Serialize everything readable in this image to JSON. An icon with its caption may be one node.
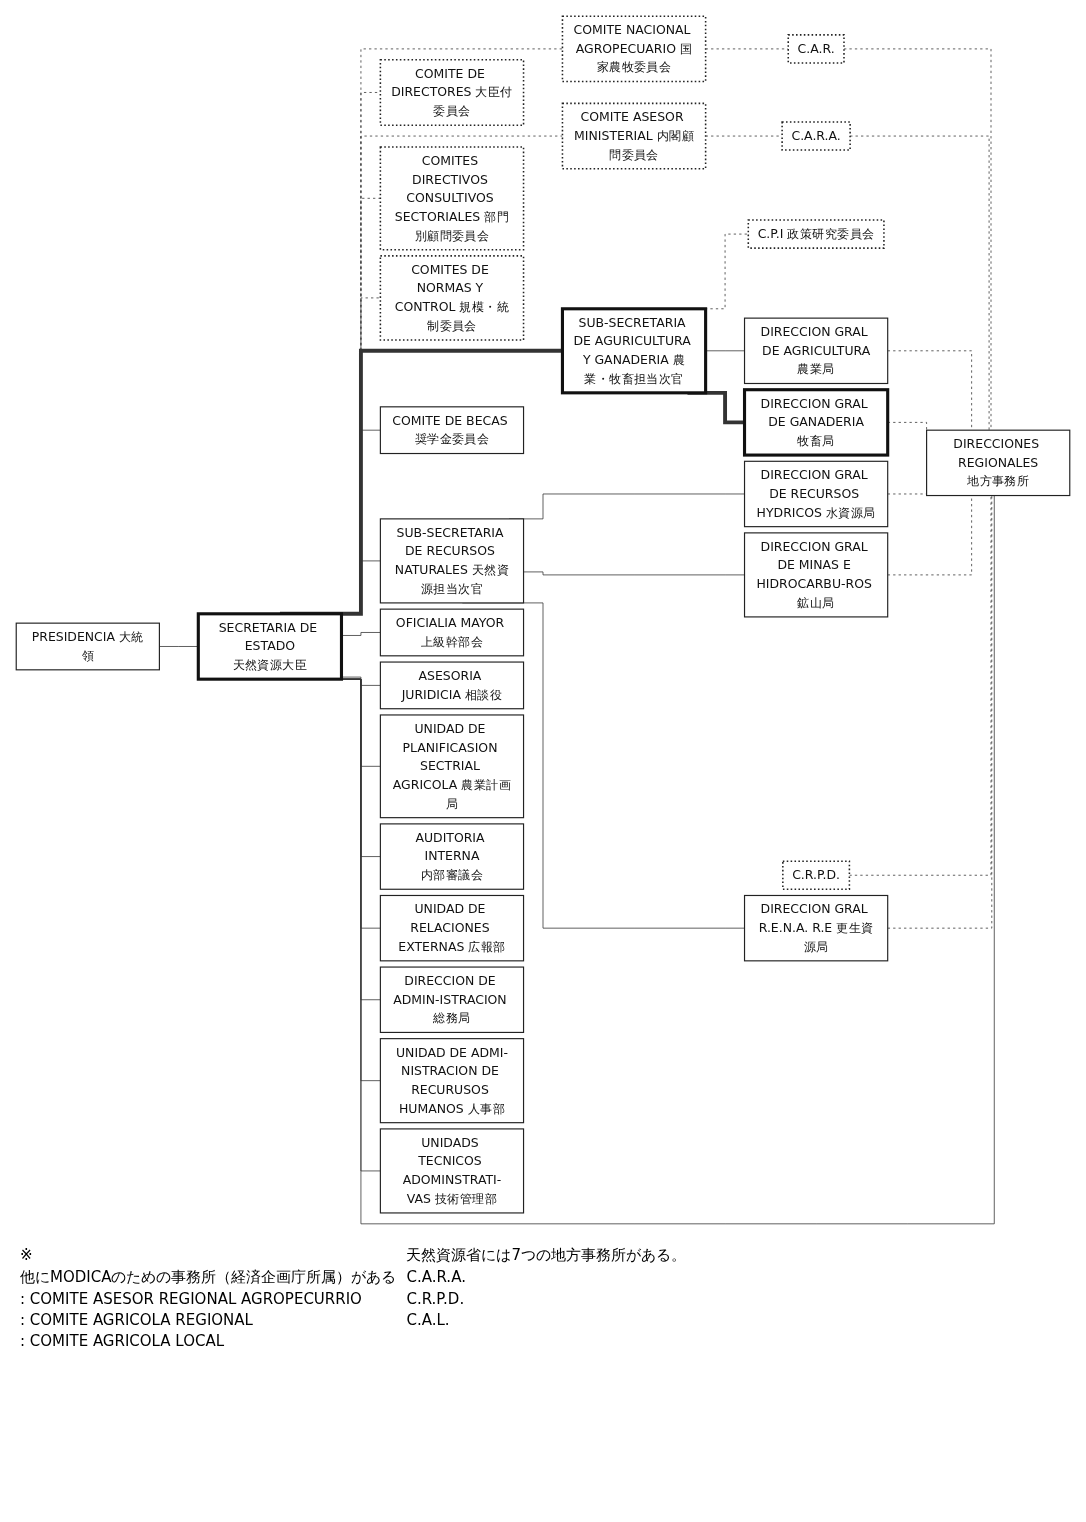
{
  "diagram": {
    "nodes": [
      {
        "text": [
          "PRESIDENCIA 大統領"
        ]
      },
      {
        "text": [
          "COMITE NACIONAL AGROPECUARIO 国家農牧委員会"
        ]
      },
      {
        "text": [
          "COMITES DIRECTIVOS CONSULTIVOS SECTORIALES 部門別顧問委員会"
        ]
      },
      {
        "text": [
          "COMITE DE DIRECTORES 大臣付委員会"
        ]
      },
      {
        "text": [
          "SECRETARIA DE ESTADO",
          "天然資源大臣"
        ]
      },
      {
        "text": [
          "COMITES DE NORMAS Y CONTROL 規模・統制委員会"
        ]
      },
      {
        "text": [
          "COMITE ASESOR MINISTERIAL 内閣顧問委員会"
        ]
      },
      {
        "text": [
          "SUB-SECRETARIA DE AGURICULTURA Y GANADERIA 農業・牧畜担当次官"
        ]
      },
      {
        "text": [
          "C.P.I 政策研究委員会"
        ]
      },
      {
        "text": [
          "COMITE DE BECAS 奨学金委員会"
        ]
      },
      {
        "text": [
          "SUB-SECRETARIA DE RECURSOS NATURALES 天然資源担当次官"
        ]
      },
      {
        "text": [
          "OFICIALIA MAYOR 上級幹部会"
        ]
      },
      {
        "text": [
          "ASESORIA JURIDICIA 相談役"
        ]
      },
      {
        "text": [
          "UNIDAD DE PLANIFICASION SECTRIAL AGRICOLA 農業計画局"
        ]
      },
      {
        "text": [
          "AUDITORIA INTERNA",
          "内部審議会"
        ]
      },
      {
        "text": [
          "UNIDAD DE RELACIONES EXTERNAS 広報部"
        ]
      },
      {
        "text": [
          "DIRECCION DE ADMIN-ISTRACION 総務局"
        ]
      },
      {
        "text": [
          "UNIDAD DE ADMI-NISTRACION DE RECURUSOS HUMANOS 人事部"
        ]
      },
      {
        "text": [
          "UNIDADS TECNICOS ADOMINSTRATI-VAS 技術管理部"
        ]
      },
      {
        "text": [
          "DIRECCION GRAL DE AGRICULTURA",
          "農業局"
        ]
      },
      {
        "text": [
          "DIRECCION GRAL DE GANADERIA",
          "牧畜局"
        ]
      },
      {
        "text": [
          "DIRECCION GRAL DE RECURSOS HYDRICOS 水資源局"
        ]
      },
      {
        "text": [
          "DIRECCION GRAL DE MINAS E HIDROCARBU-ROS 鉱山局"
        ]
      },
      {
        "text": [
          "DIRECCION GRAL R.E.N.A. R.E 更生資源局"
        ]
      },
      {
        "text": [
          "C.A.R.A."
        ]
      },
      {
        "text": [
          "DIRECCIONES REGIONALES",
          "地方事務所"
        ]
      },
      {
        "text": [
          "C.R.P.D."
        ]
      },
      {
        "text": [
          "C.A.R."
        ]
      }
    ],
    "edges": [
      {
        "from": 0,
        "to": 4,
        "arrow": "none"
      },
      {
        "from": 4,
        "to": 1,
        "arrow": "none",
        "style": "dashed"
      },
      {
        "from": 4,
        "to": 3,
        "arrow": "none",
        "style": "dashed"
      },
      {
        "from": 4,
        "to": 6,
        "arrow": "none",
        "style": "dashed"
      },
      {
        "from": 4,
        "to": 2,
        "arrow": "none",
        "style": "dashed"
      },
      {
        "from": 4,
        "to": 5,
        "arrow": "none",
        "style": "dashed"
      },
      {
        "from": 4,
        "to": 7,
        "arrow": "none",
        "style": "thick"
      },
      {
        "from": 7,
        "to": 8,
        "arrow": "none",
        "style": "dashed"
      },
      {
        "from": 4,
        "to": 9,
        "arrow": "none"
      },
      {
        "from": 4,
        "to": 10,
        "arrow": "none"
      },
      {
        "from": 4,
        "to": 11,
        "arrow": "none"
      },
      {
        "from": 4,
        "to": 12,
        "arrow": "none"
      },
      {
        "from": 4,
        "to": 13,
        "arrow": "none"
      },
      {
        "from": 4,
        "to": 14,
        "arrow": "none"
      },
      {
        "from": 4,
        "to": 15,
        "arrow": "none"
      },
      {
        "from": 4,
        "to": 16,
        "arrow": "none"
      },
      {
        "from": 4,
        "to": 17,
        "arrow": "none"
      },
      {
        "from": 4,
        "to": 18,
        "arrow": "none"
      },
      {
        "from": 7,
        "to": 19,
        "arrow": "none"
      },
      {
        "from": 7,
        "to": 20,
        "arrow": "none",
        "style": "thick"
      },
      {
        "from": 10,
        "to": 21,
        "arrow": "none"
      },
      {
        "from": 10,
        "to": 22,
        "arrow": "none"
      },
      {
        "from": 10,
        "to": 23,
        "arrow": "none"
      },
      {
        "from": 4,
        "to": 25,
        "arrow": "none"
      },
      {
        "from": 19,
        "to": 25,
        "arrow": "none",
        "style": "dashed"
      },
      {
        "from": 20,
        "to": 25,
        "arrow": "none",
        "style": "dashed"
      },
      {
        "from": 21,
        "to": 25,
        "arrow": "none",
        "style": "dashed"
      },
      {
        "from": 22,
        "to": 25,
        "arrow": "none",
        "style": "dashed"
      },
      {
        "from": 23,
        "to": 25,
        "arrow": "none",
        "style": "dashed"
      },
      {
        "from": 1,
        "to": 27,
        "arrow": "none",
        "style": "dashed"
      },
      {
        "from": 6,
        "to": 24,
        "arrow": "none",
        "style": "dashed"
      },
      {
        "from": 24,
        "to": 25,
        "arrow": "none",
        "style": "dashed"
      },
      {
        "from": 26,
        "to": 25,
        "arrow": "none",
        "style": "dashed"
      },
      {
        "from": 27,
        "to": 25,
        "arrow": "none",
        "style": "dashed"
      }
    ],
    "labels": [
      "※",
      "天然資源省には7つの地方事務所がある。",
      "他にMODICAのための事務所（経済企画庁所属）がある",
      "C.A.R.A.",
      ": COMITE ASESOR REGIONAL AGROPECURRIO",
      "C.R.P.D.",
      ": COMITE AGRICOLA REGIONAL",
      "C.A.L.",
      ": COMITE AGRICOLA LOCAL"
    ]
  }
}
